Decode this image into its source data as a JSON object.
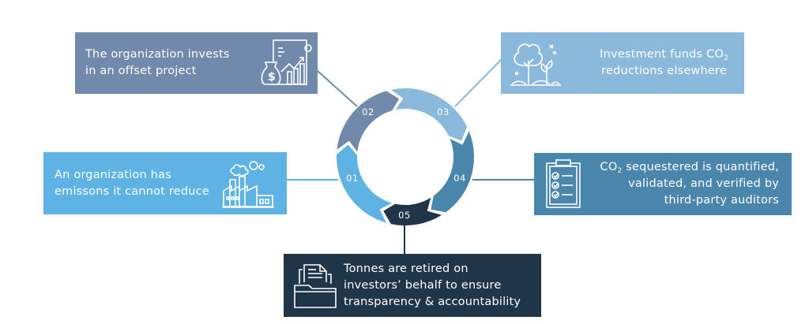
{
  "steps": [
    {
      "number": "01",
      "text_line1": "An organization has",
      "text_line2": "emissons it cannot reduce",
      "icon": "factory-icon",
      "color": "#5eb3e4"
    },
    {
      "number": "02",
      "text_line1": "The organization invests",
      "text_line2": "in an offset project",
      "icon": "money-bag-chart-icon",
      "color": "#7189ab"
    },
    {
      "number": "03",
      "text_line1_pre": "Investment funds CO",
      "text_line1_sub": "2",
      "text_line2": "reductions elsewhere",
      "icon": "plants-icon",
      "color": "#8ab9db"
    },
    {
      "number": "04",
      "text_line1_pre": "CO",
      "text_line1_sub": "2",
      "text_line1_post": " sequestered is quantified,",
      "text_line2": "validated, and verified by",
      "text_line3": "third-party auditors",
      "icon": "checklist-clipboard-icon",
      "color": "#4a86ac"
    },
    {
      "number": "05",
      "text_line1": "Tonnes are retired on",
      "text_line2": "investors’ behalf to ensure",
      "text_line3": "transparency & accountability",
      "icon": "document-folder-icon",
      "color": "#213548"
    }
  ]
}
